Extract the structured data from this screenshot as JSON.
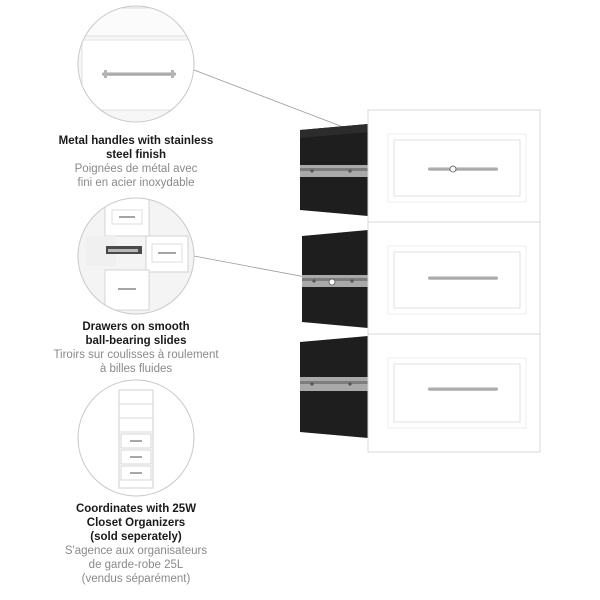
{
  "features": [
    {
      "english": [
        "Metal handles with stainless",
        "steel finish"
      ],
      "french": [
        "Poignées de métal avec",
        "fini en acier inoxydable"
      ],
      "icon": "handle-closeup"
    },
    {
      "english": [
        "Drawers on smooth",
        "ball-bearing slides"
      ],
      "french": [
        "Tiroirs sur coulisses à roulement",
        "à billes fluides"
      ],
      "icon": "open-drawer-closeup"
    },
    {
      "english": [
        "Coordinates with 25W",
        "Closet Organizers",
        "(sold seperately)"
      ],
      "french": [
        "S'agence aux organisateurs",
        "de garde-robe 25L",
        "(vendus séparément)"
      ],
      "icon": "closet-organizer-thumbnail"
    }
  ],
  "colors": {
    "cabinet_white": "#ffffff",
    "cabinet_edge": "#d8d8d8",
    "drawer_interior": "#1e1e1e",
    "slide_metal": "#a9a9a9",
    "callout_line": "#9a9a9a"
  }
}
